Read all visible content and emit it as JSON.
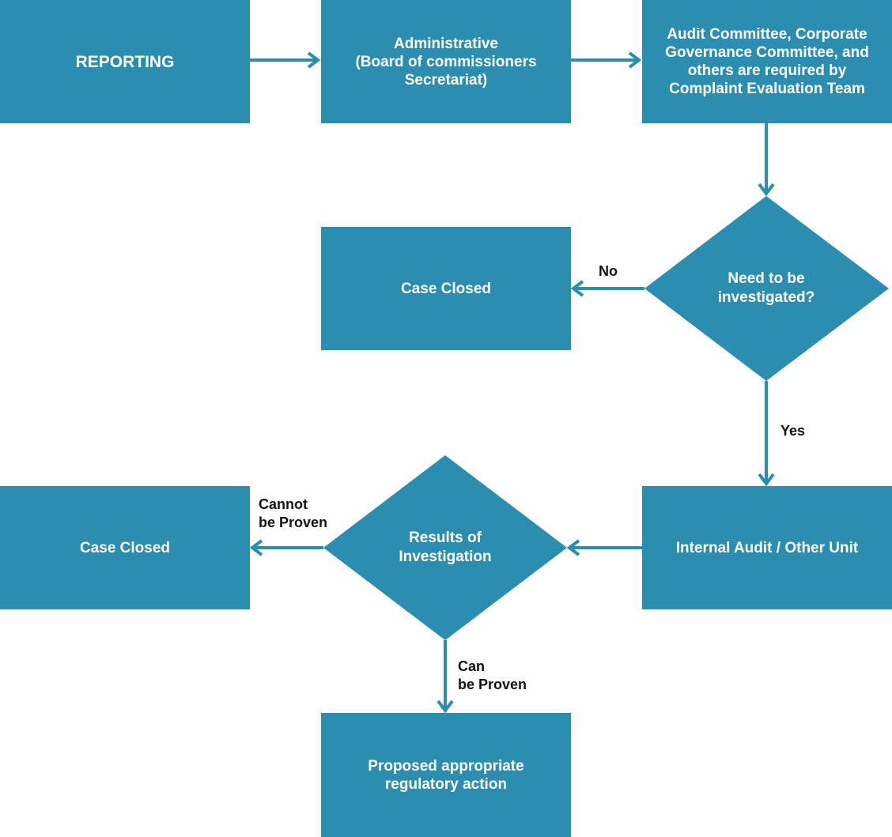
{
  "colors": {
    "node_fill": "#2b8db0",
    "node_text": "#ffffff",
    "label_text": "#111111"
  },
  "nodes": {
    "reporting": "REPORTING",
    "administrative": "Administrative\n(Board of commissioners\nSecretariat)",
    "committees": "Audit Committee, Corporate\nGovernance Committee, and\nothers are required by\nComplaint Evaluation Team",
    "need_investigation": "Need to be\ninvestigated?",
    "case_closed_1": "Case Closed",
    "internal_audit": "Internal Audit / Other Unit",
    "results": "Results of\nInvestigation",
    "case_closed_2": "Case Closed",
    "proposed_action": "Proposed appropriate\nregulatory action"
  },
  "edge_labels": {
    "no": "No",
    "yes": "Yes",
    "cannot": "Cannot\nbe Proven",
    "can": "Can\nbe Proven"
  }
}
